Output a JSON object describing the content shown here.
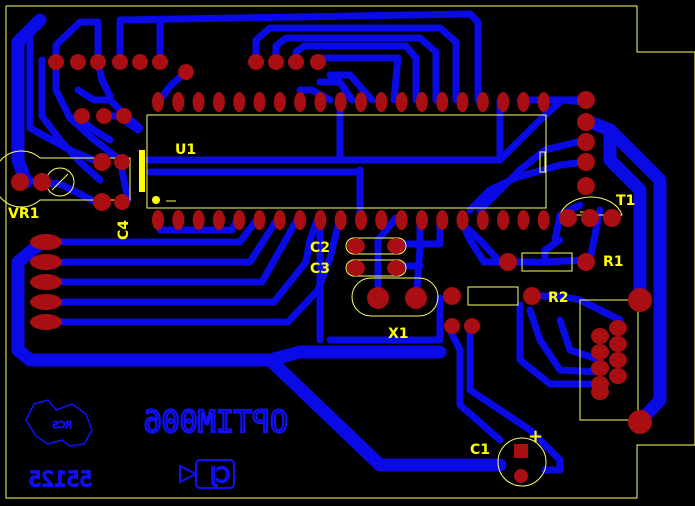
{
  "board": {
    "colors": {
      "background": "#000000",
      "copper": "#0a0ae6",
      "pad": "#a80e12",
      "silkscreen": "#ffff00",
      "outline": "#ffff66"
    }
  },
  "components": {
    "u1": "U1",
    "vr1": "VR1",
    "c4": "C4",
    "c2": "C2",
    "c3": "C3",
    "x1": "X1",
    "t1": "T1",
    "r1": "R1",
    "r2": "R2",
    "c1": "C1",
    "c1_polarity": "+"
  },
  "copper_text": {
    "title": "OPTIM006",
    "code": "55125",
    "logo": "RCS",
    "mark": "CJ"
  }
}
